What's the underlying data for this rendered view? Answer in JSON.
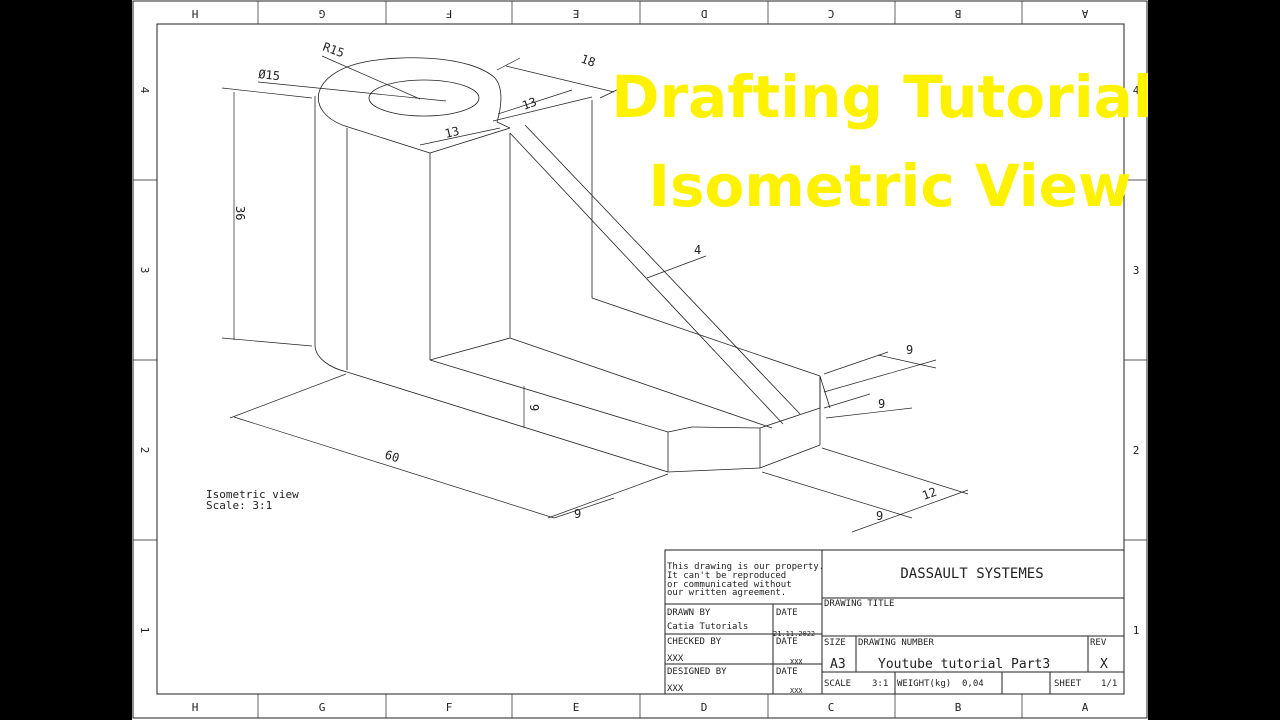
{
  "overlay": {
    "line1": "Drafting Tutorial",
    "line2": "Isometric View",
    "color": "#fff200"
  },
  "border": {
    "top_zones": [
      "H",
      "G",
      "F",
      "E",
      "D",
      "C",
      "B",
      "A"
    ],
    "bottom_zones": [
      "H",
      "G",
      "F",
      "E",
      "D",
      "C",
      "B",
      "A"
    ],
    "left_zones": [
      "4",
      "3",
      "2",
      "1"
    ],
    "right_zones": [
      "4",
      "3",
      "2",
      "1"
    ]
  },
  "dimensions": {
    "radius": "R15",
    "diameter": "Ø15",
    "top_depth": "18",
    "top_width_a": "13",
    "top_width_b": "13",
    "height": "36",
    "rib_thickness": "4",
    "base_length": "60",
    "base_height": "9",
    "end_offset_top": "9",
    "end_offset_mid": "9",
    "bottom_left": "9",
    "bottom_right": "9",
    "base_width": "12"
  },
  "view_label": {
    "line1": "Isometric view",
    "line2": "Scale:  3:1"
  },
  "title_block": {
    "notice_lines": [
      "This drawing is our property.",
      "It can't be reproduced",
      "or communicated without",
      "our written agreement."
    ],
    "company": "DASSAULT SYSTEMES",
    "drawing_title_label": "DRAWING TITLE",
    "drawn_by_label": "DRAWN BY",
    "drawn_by_value": "Catia Tutorials",
    "date_label_1": "DATE",
    "date_value_1": "21.11.2022",
    "checked_by_label": "CHECKED BY",
    "checked_by_value": "XXX",
    "date_label_2": "DATE",
    "date_value_2": "XXX",
    "designed_by_label": "DESIGNED BY",
    "designed_by_value": "XXX",
    "date_label_3": "DATE",
    "date_value_3": "XXX",
    "size_label": "SIZE",
    "size_value": "A3",
    "drawing_number_label": "DRAWING NUMBER",
    "drawing_number_value": "Youtube tutorial Part3",
    "rev_label": "REV",
    "rev_value": "X",
    "scale_label": "SCALE",
    "scale_value": "3:1",
    "weight_label": "WEIGHT(kg)",
    "weight_value": "0,04",
    "sheet_label": "SHEET",
    "sheet_value": "1/1"
  }
}
